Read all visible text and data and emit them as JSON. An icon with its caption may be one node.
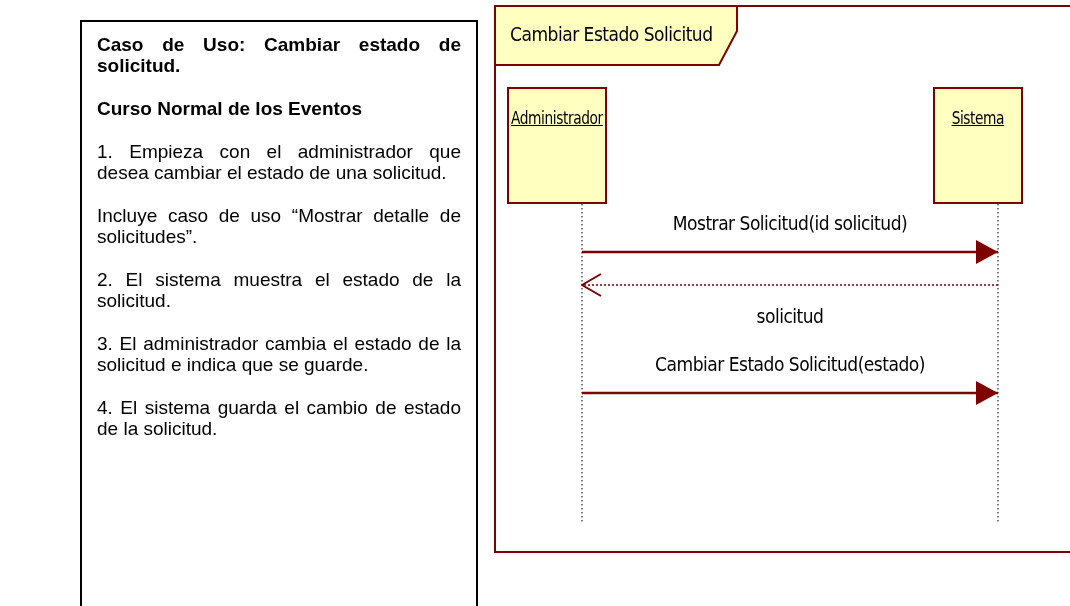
{
  "diagram": {
    "nodes": [
      {
        "text": [
          "Caso de Uso: Cambiar estado de solicitud.",
          "Curso Normal de los Eventos",
          "1. Empieza con el administrador que desea cambiar el estado de una solicitud.",
          "Incluye caso de uso “Mostrar detalle de solicitudes”.",
          "2. El sistema muestra el estado de la solicitud.",
          "3. El administrador cambia el estado de la solicitud e indica que se guarde.",
          "4. El sistema guarda el cambio de estado de la solicitud."
        ]
      },
      {
        "text": [
          "Cambiar Estado Solicitud"
        ]
      },
      {
        "text": [
          "Administrador"
        ],
        "in": 1
      },
      {
        "text": [
          "Sistema"
        ],
        "in": 1
      }
    ],
    "edges": [
      {
        "from": 2,
        "to": 3,
        "arrow": "to",
        "label": "Mostrar Solicitud(id solicitud)"
      },
      {
        "from": 3,
        "to": 2,
        "arrow": "to",
        "style": "dashed",
        "label": "solicitud"
      },
      {
        "from": 2,
        "to": 3,
        "arrow": "to",
        "label": "Cambiar Estado Solicitud(estado)"
      }
    ]
  }
}
